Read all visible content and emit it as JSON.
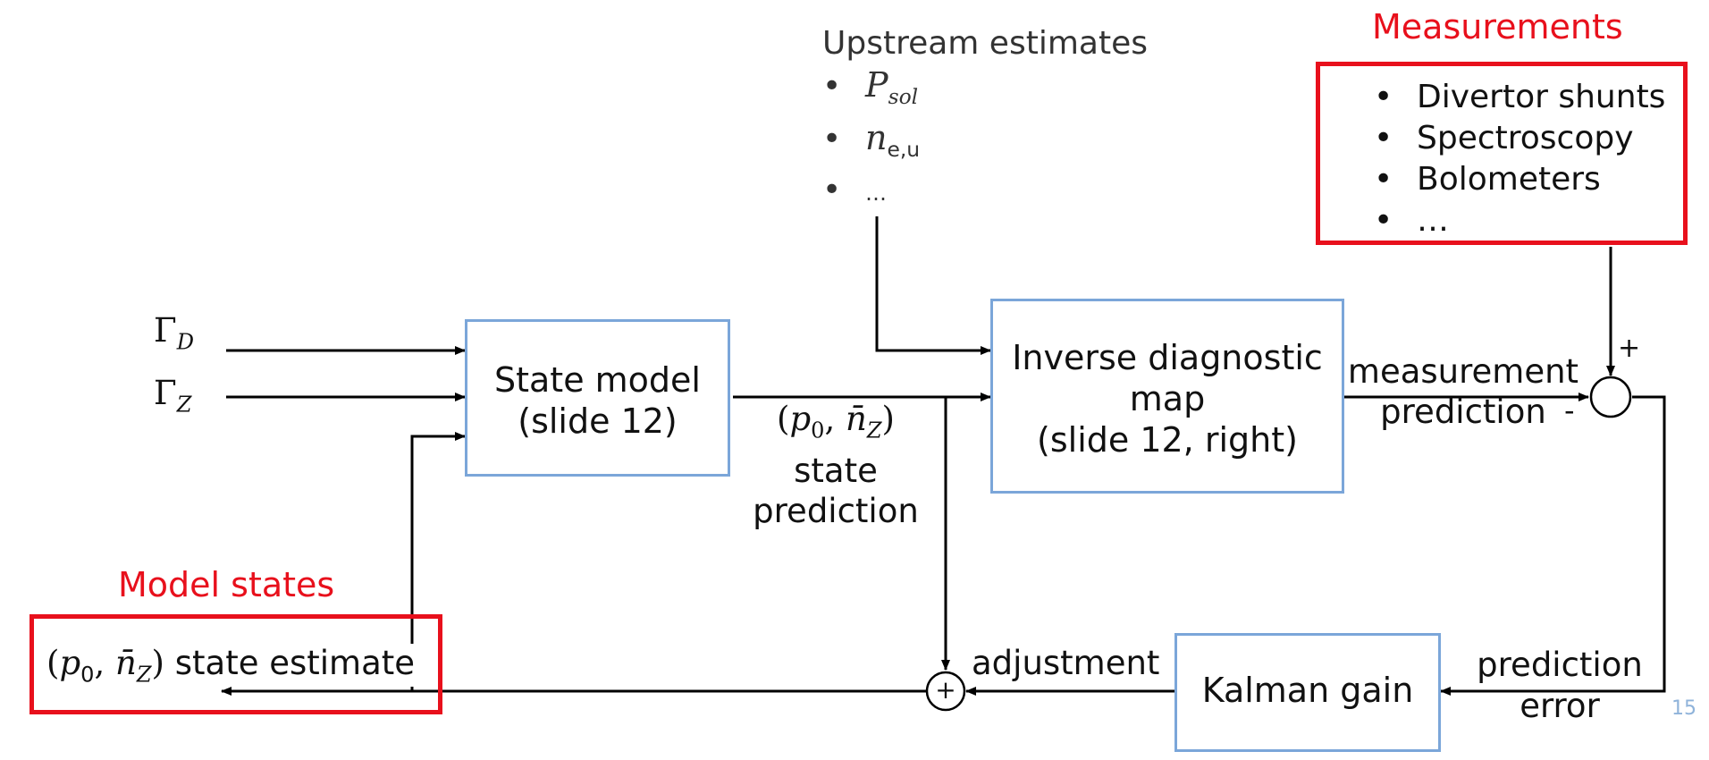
{
  "inputs": {
    "gamma_d": {
      "symbol": "Γ",
      "sub": "D"
    },
    "gamma_z": {
      "symbol": "Γ",
      "sub": "Z"
    }
  },
  "state_model": {
    "title": "State model",
    "subtitle": "(slide 12)"
  },
  "state_prediction": {
    "math_open": "(",
    "p": "p",
    "p_sub": "0",
    "comma": ", ",
    "n": "n̄",
    "n_sub": "Z",
    "math_close": ")",
    "line1": "state",
    "line2": "prediction"
  },
  "upstream": {
    "title": "Upstream estimates",
    "items": [
      {
        "main": "P",
        "sub": "sol"
      },
      {
        "main": "n",
        "sub": "e,u"
      },
      {
        "main": "…",
        "sub": ""
      }
    ]
  },
  "inverse_map": {
    "line1": "Inverse diagnostic",
    "line2": "map",
    "line3": "(slide 12, right)"
  },
  "measurement_prediction": {
    "line1": "measurement",
    "line2": "prediction"
  },
  "measurements": {
    "title": "Measurements",
    "items": [
      "Divertor shunts",
      "Spectroscopy",
      "Bolometers",
      "…"
    ]
  },
  "summing": {
    "plus_sign": "+",
    "minus_sign": "-",
    "adder_symbol": "+"
  },
  "prediction_error": {
    "line1": "prediction",
    "line2": "error"
  },
  "kalman": {
    "label": "Kalman gain"
  },
  "adjustment": {
    "label": "adjustment"
  },
  "model_states": {
    "title": "Model states",
    "estimate": {
      "p": "p",
      "p_sub": "0",
      "n": "n̄",
      "n_sub": "Z",
      "text": "state estimate"
    }
  },
  "page_number": "15",
  "colors": {
    "box_border": "#7ba6d9",
    "red": "#e8101c",
    "line": "#000000"
  }
}
